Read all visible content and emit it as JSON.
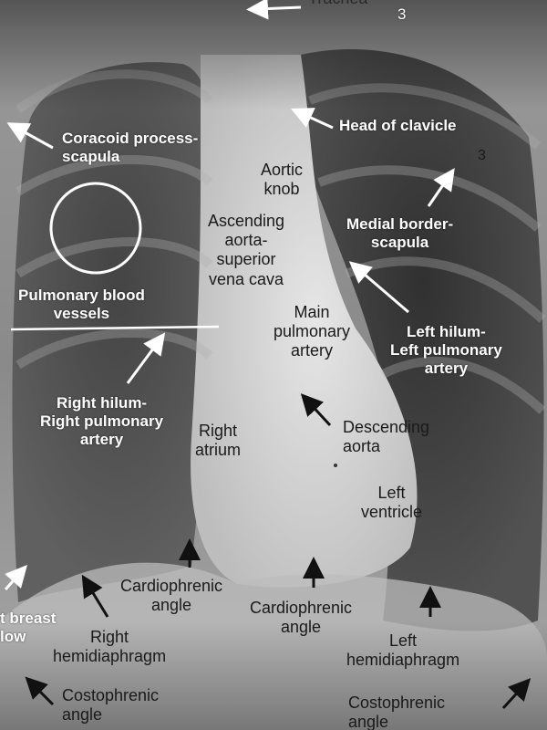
{
  "labels": {
    "trachea": "Trachea",
    "page_number_top": "3",
    "page_number_right": "3",
    "head_of_clavicle": "Head of clavicle",
    "coracoid_line1": "Coracoid process-",
    "coracoid_line2": "scapula",
    "aortic_knob_line1": "Aortic",
    "aortic_knob_line2": "knob",
    "ascending_line1": "Ascending",
    "ascending_line2": "aorta-",
    "ascending_line3": "superior",
    "ascending_line4": "vena cava",
    "medial_border_line1": "Medial border-",
    "medial_border_line2": "scapula",
    "pulmonary_vessels_line1": "Pulmonary blood",
    "pulmonary_vessels_line2": "vessels",
    "main_pa_line1": "Main",
    "main_pa_line2": "pulmonary",
    "main_pa_line3": "artery",
    "left_hilum_line1": "Left hilum-",
    "left_hilum_line2": "Left pulmonary",
    "left_hilum_line3": "artery",
    "right_hilum_line1": "Right hilum-",
    "right_hilum_line2": "Right pulmonary",
    "right_hilum_line3": "artery",
    "right_atrium_line1": "Right",
    "right_atrium_line2": "atrium",
    "descending_line1": "Descending",
    "descending_line2": "aorta",
    "left_ventricle_line1": "Left",
    "left_ventricle_line2": "ventricle",
    "cardio_right_line1": "Cardiophrenic",
    "cardio_right_line2": "angle",
    "cardio_left_line1": "Cardiophrenic",
    "cardio_left_line2": "angle",
    "breast_line1": "t breast",
    "breast_line2": "low",
    "right_hemi_line1": "Right",
    "right_hemi_line2": "hemidiaphragm",
    "left_hemi_line1": "Left",
    "left_hemi_line2": "hemidiaphragm",
    "costo_right_line1": "Costophrenic",
    "costo_right_line2": "angle",
    "costo_left_line1": "Costophrenic",
    "costo_left_line2": "angle"
  },
  "colors": {
    "label_white": "#ffffff",
    "label_dark": "#1a1a1a",
    "film_dark": "#2b2b2b",
    "film_light": "#d9d9d9"
  }
}
